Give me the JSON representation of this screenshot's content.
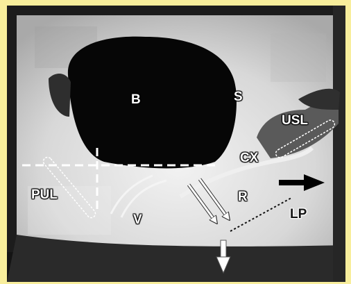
{
  "image": {
    "labels": {
      "bladder": "B",
      "sacrum": "S",
      "uterosacral_ligament": "USL",
      "cervix": "CX",
      "pubourethral_ligament": "PUL",
      "rectum": "R",
      "levator_plate": "LP",
      "vagina": "V"
    },
    "colors": {
      "frame_background": "#f8ee9c",
      "label_light": "#ffffff",
      "label_dark": "#141414",
      "overlay_dashes": "#ffffff",
      "arrow_black": "#000000"
    },
    "icons": [
      "vector-arrow-right",
      "vector-arrow-down",
      "vector-arrow-diagonal"
    ]
  }
}
